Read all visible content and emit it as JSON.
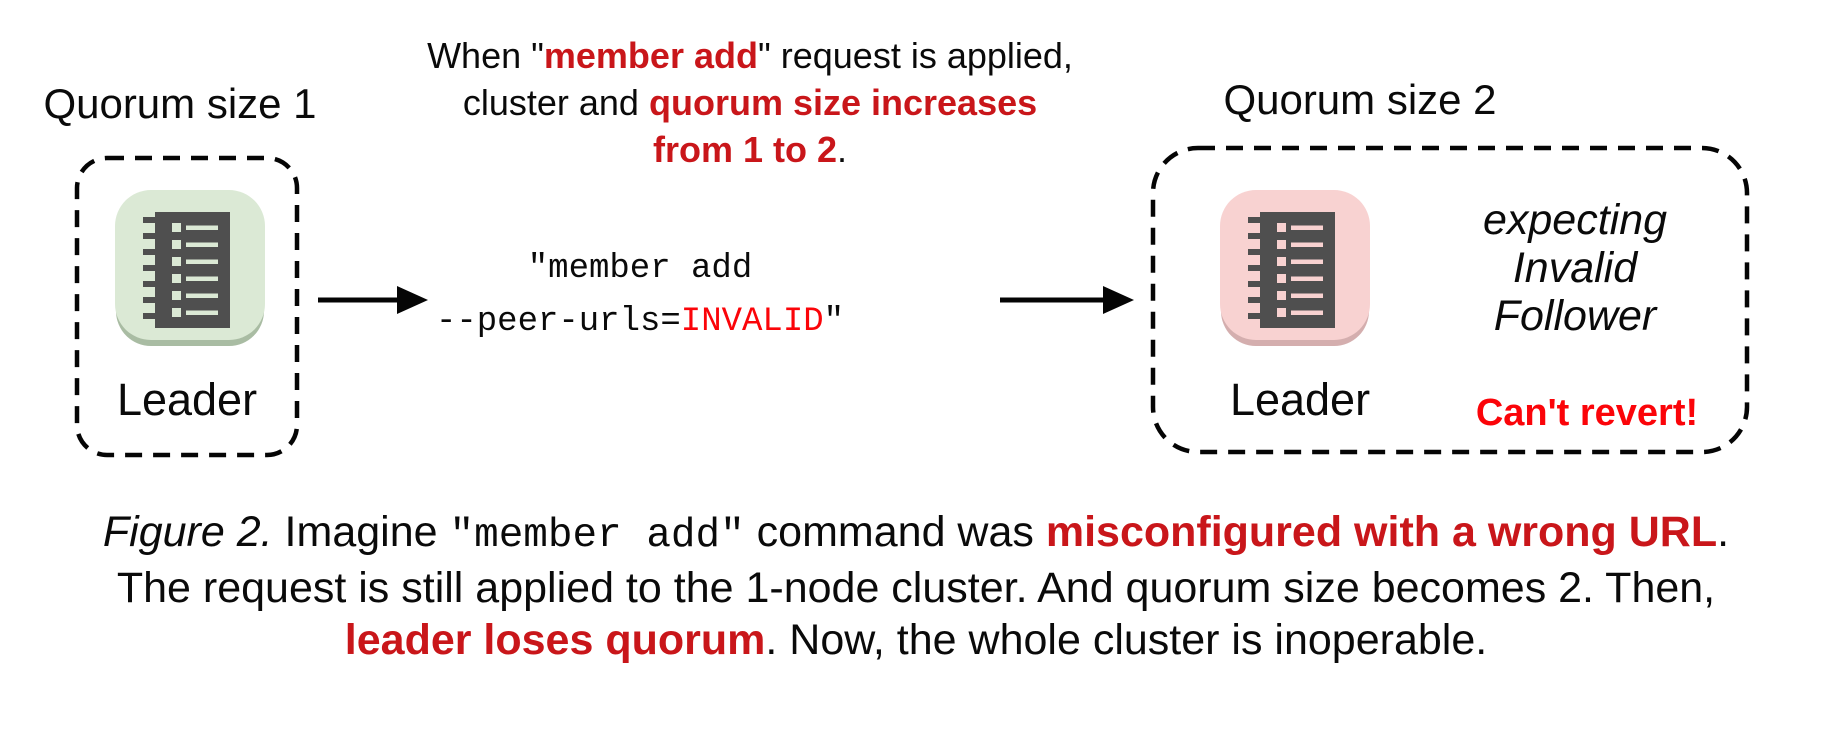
{
  "colors": {
    "crimson_red": "#c9161a",
    "bright_red": "#fb0409",
    "icon_dark_gray": "#4f4f4f",
    "leader_tile_green": "#dbe9d5",
    "leader_tile_pink": "#f8d2d1",
    "text_black": "#0a0a0a"
  },
  "left_cluster": {
    "title": "Quorum size 1",
    "node_label": "Leader"
  },
  "right_cluster": {
    "title": "Quorum size 2",
    "node_label": "Leader",
    "expecting_line1": "expecting",
    "expecting_line2": "Invalid",
    "expecting_line3": "Follower",
    "warning": "Can't revert!"
  },
  "top_note": {
    "line1_prefix": "When \"",
    "line1_red": "member add",
    "line1_suffix": "\" request is applied,",
    "line2_prefix": "cluster and ",
    "line2_red": "quorum size increases",
    "line3_red": "from 1 to 2",
    "line3_suffix": "."
  },
  "command": {
    "line1": "\"member add",
    "line2_prefix": "--peer-urls=",
    "line2_red": "INVALID",
    "line2_suffix": "\""
  },
  "caption": {
    "figure_label": "Figure 2.",
    "line1_a": " Imagine ",
    "line1_code": "\"member add\"",
    "line1_b": " command was ",
    "line1_red": "misconfigured with a wrong URL",
    "line1_c": ".",
    "line2": "The request is still applied to the 1-node cluster. And quorum size becomes 2. Then,",
    "line3_red": "leader loses quorum",
    "line3_a": ". Now, the whole cluster is inoperable."
  }
}
